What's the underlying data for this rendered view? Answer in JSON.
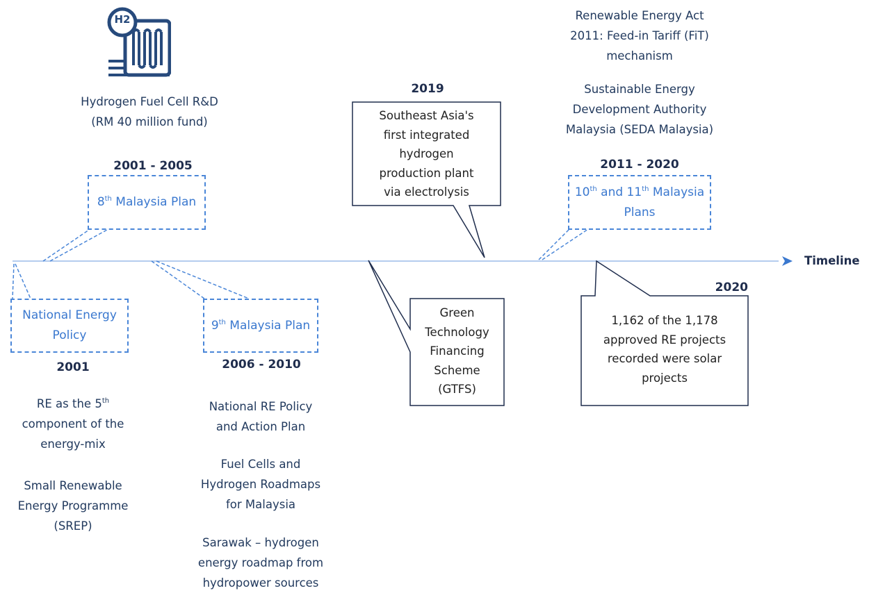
{
  "timeline": {
    "label": "Timeline"
  },
  "hydrogen_icon": {
    "label": "H2"
  },
  "top_left": {
    "line1": "Hydrogen Fuel Cell R&D",
    "line2": "(RM 40 million fund)"
  },
  "plan8": {
    "year": "2001 - 2005",
    "num": "8",
    "sup": "th",
    "line1_rest": " Malaysia",
    "line2": "Plan"
  },
  "plan9": {
    "year": "2006 - 2010",
    "num": "9",
    "sup": "th",
    "line1_rest": " Malaysia",
    "line2": "Plan"
  },
  "plan10_11": {
    "year": "2011 - 2020",
    "a": "10",
    "a_sup": "th",
    "mid": " and 11",
    "b_sup": "th",
    "line2": "Malaysia Plans"
  },
  "nep": {
    "year": "2001",
    "line1": "National",
    "line2": "Energy Policy"
  },
  "bottom_2001": {
    "re_line1_pre": "RE as the 5",
    "re_line1_sup": "th",
    "re_line2": "component of the",
    "re_line3": "energy-mix",
    "srep_line1": "Small Renewable",
    "srep_line2": "Energy Programme",
    "srep_line3": "(SREP)"
  },
  "bottom_2006": {
    "a1": "National RE Policy",
    "a2": "and Action Plan",
    "b1": "Fuel Cells and",
    "b2": "Hydrogen Roadmaps",
    "b3": "for Malaysia",
    "c1": "Sarawak – hydrogen",
    "c2": "energy roadmap from",
    "c3": "hydropower sources"
  },
  "top_right": {
    "a1": "Renewable Energy Act",
    "a2": "2011: Feed-in Tariff (FiT)",
    "a3": "mechanism",
    "b1": "Sustainable Energy",
    "b2": "Development Authority",
    "b3": "Malaysia (SEDA Malaysia)"
  },
  "callout_2019": {
    "year": "2019",
    "l1": "Southeast Asia's",
    "l2": "first integrated",
    "l3": "hydrogen",
    "l4": "production plant",
    "l5": "via electrolysis"
  },
  "callout_gtfs": {
    "l1": "Green",
    "l2": "Technology",
    "l3": "Financing",
    "l4": "Scheme",
    "l5": "(GTFS)"
  },
  "callout_2020": {
    "year": "2020",
    "l1": "1,162 of the 1,178",
    "l2": "approved RE projects",
    "l3": "recorded were solar",
    "l4": "projects"
  },
  "colors": {
    "timeline": "#9bbce8",
    "dashed": "#4a86d8",
    "dashed_text": "#3a78cf",
    "dark_text": "#223a5e",
    "callout_stroke": "#1f2d4d"
  }
}
